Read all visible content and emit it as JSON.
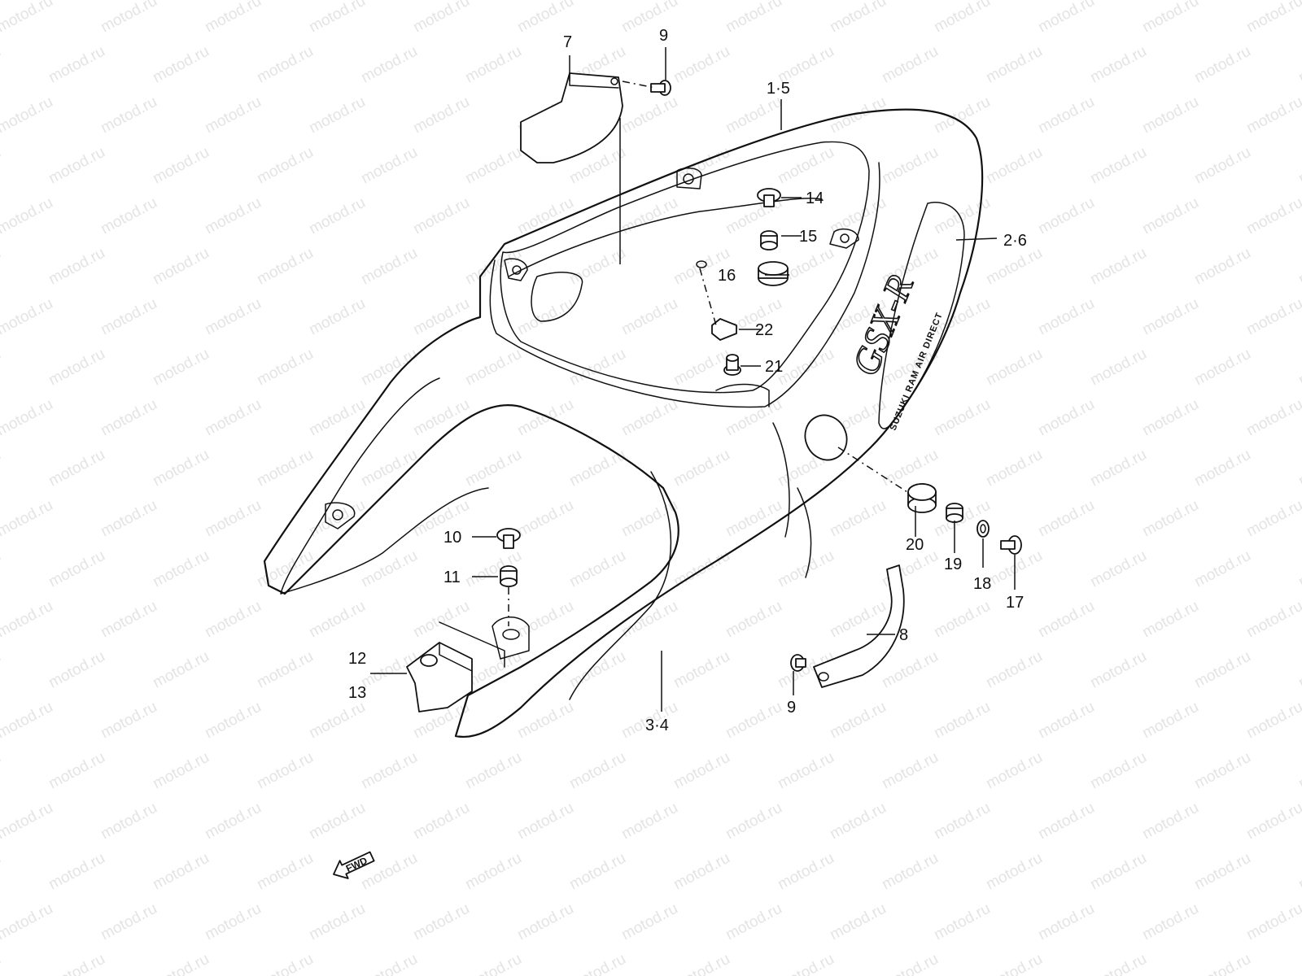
{
  "watermark": "motod.ru",
  "callouts": [
    "7",
    "9",
    "1·5",
    "14",
    "15",
    "2·6",
    "16",
    "22",
    "21",
    "10",
    "11",
    "12",
    "13",
    "20",
    "19",
    "18",
    "17",
    "8",
    "9",
    "3·4"
  ],
  "decal": {
    "text": "SUZUKI RAM AIR DIRECT"
  },
  "fwd_label": "FWD"
}
